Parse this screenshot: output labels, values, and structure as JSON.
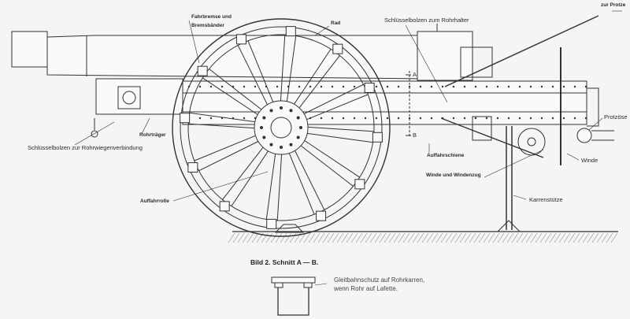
{
  "labels": {
    "zur_protze": "zur Protze",
    "fahrbremse_1": "Fahrbremse und",
    "fahrbremse_2": "Bremsbänder",
    "rad": "Rad",
    "schluesselbolzen_rohrhalter": "Schlüsselbolzen zum Rohrhalter",
    "rohrtraeger": "Rohrträger",
    "schluesselbolzen_rohrwiege": "Schlüsselbolzen zur Rohrwiegenverbindung",
    "auffahrrolle": "Auffahrrolle",
    "auffahrschiene": "Auffahrschiene",
    "winde_windenzug": "Winde und Windenzug",
    "winde": "Winde",
    "protzoese": "Protzöse",
    "karrenstuetze": "Karrenstütze",
    "section_a": "A",
    "section_b": "B"
  },
  "caption": "Bild 2.  Schnitt A — B.",
  "note": {
    "line1": "Gleitbahnschutz auf Rohrkarren,",
    "line2": "wenn Rohr auf Lafette."
  }
}
